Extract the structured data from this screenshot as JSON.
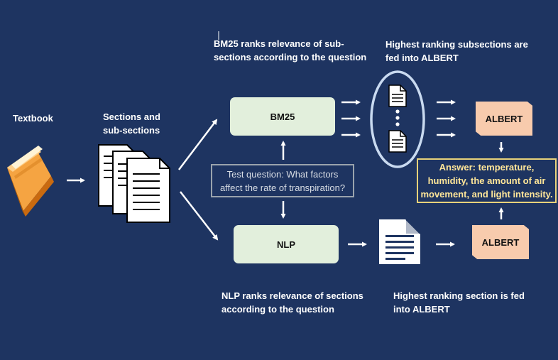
{
  "labels": {
    "textbook": "Textbook",
    "sections": "Sections and\nsub-sections",
    "bm25_caption": "BM25 ranks relevance of sub-\nsections according to the question",
    "highest_subsections": "Highest ranking subsections are\nfed into ALBERT",
    "nlp_caption": "NLP ranks relevance of sections\naccording to the question",
    "highest_section": "Highest ranking section is fed\ninto ALBERT"
  },
  "nodes": {
    "bm25": "BM25",
    "nlp": "NLP",
    "albert_top": "ALBERT",
    "albert_bottom": "ALBERT",
    "question": "Test question: What factors\naffect the rate of transpiration?",
    "answer": "Answer: temperature,\nhumidity, the amount of air\nmovement, and light intensity."
  },
  "colors": {
    "background": "#1e3461",
    "green_box": "#e2efdc",
    "peach_box": "#f8cbad",
    "answer_text": "#ffe699",
    "arrow": "#ffffff"
  }
}
